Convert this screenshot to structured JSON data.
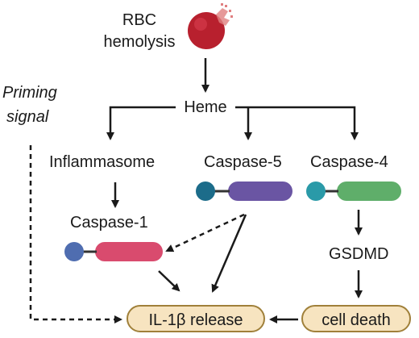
{
  "nodes": {
    "rbc_line1": "RBC",
    "rbc_line2": "hemolysis",
    "priming_line1": "Priming",
    "priming_line2": "signal",
    "heme": "Heme",
    "inflammasome": "Inflammasome",
    "caspase5": "Caspase-5",
    "caspase4": "Caspase-4",
    "caspase1": "Caspase-1",
    "gsdmd": "GSDMD",
    "il1b_release": "IL-1β release",
    "cell_death": "cell death"
  },
  "colors": {
    "rbc": "#b8202e",
    "caspase1_head": "#4f6db0",
    "caspase1_body": "#d94b6e",
    "caspase5_head": "#1c6c8a",
    "caspase5_body": "#6a55a3",
    "caspase4_head": "#2a9aa8",
    "caspase4_body": "#5fae6a",
    "outcome_fill": "#f7e4c0",
    "outcome_border": "#a0803a"
  },
  "icons": {
    "rbc": "ruptured-red-blood-cell-icon",
    "caspase": "caspase-protein-icon"
  }
}
